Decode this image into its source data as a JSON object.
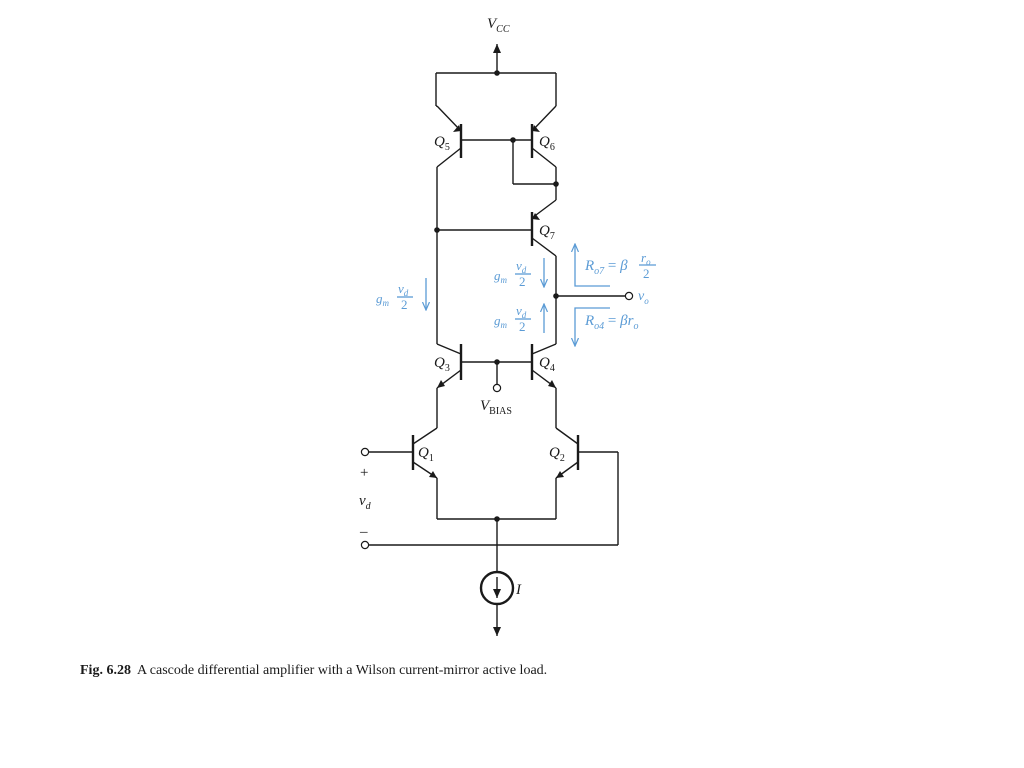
{
  "figure": {
    "number": "Fig. 6.28",
    "caption": "A cascode differential amplifier with a Wilson current-mirror active load."
  },
  "nodes": {
    "supply": {
      "main": "V",
      "sub": "CC"
    },
    "bias": {
      "main": "V",
      "sub": "BIAS"
    },
    "output": {
      "main": "v",
      "sub": "o"
    },
    "input": {
      "main": "v",
      "sub": "d",
      "plus": "+",
      "minus": "–"
    },
    "current_source": "I"
  },
  "transistors": [
    {
      "main": "Q",
      "sub": "1"
    },
    {
      "main": "Q",
      "sub": "2"
    },
    {
      "main": "Q",
      "sub": "3"
    },
    {
      "main": "Q",
      "sub": "4"
    },
    {
      "main": "Q",
      "sub": "5"
    },
    {
      "main": "Q",
      "sub": "6"
    },
    {
      "main": "Q",
      "sub": "7"
    }
  ],
  "annotations": {
    "current_gm": "g",
    "current_gm_sub": "m",
    "current_num": "v",
    "current_num_sub": "d",
    "current_den": "2",
    "ro7": {
      "R": "R",
      "sub": "o7",
      "eq": " = ",
      "beta": "β",
      "r": "r",
      "r_sub": "o",
      "den": "2"
    },
    "ro4": {
      "R": "R",
      "sub": "o4",
      "eq": " = ",
      "beta": "β",
      "r": "r",
      "r_sub": "o"
    }
  },
  "colors": {
    "ink": "#1a1a1a",
    "annotation": "#5b9bd5"
  }
}
